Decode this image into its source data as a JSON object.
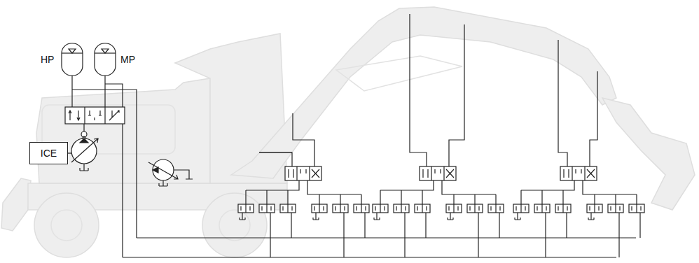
{
  "diagram": {
    "nodes": [
      {
        "text": [
          "HP"
        ]
      },
      {
        "text": [
          "MP"
        ]
      },
      {
        "text": [
          "ICE"
        ]
      }
    ]
  }
}
